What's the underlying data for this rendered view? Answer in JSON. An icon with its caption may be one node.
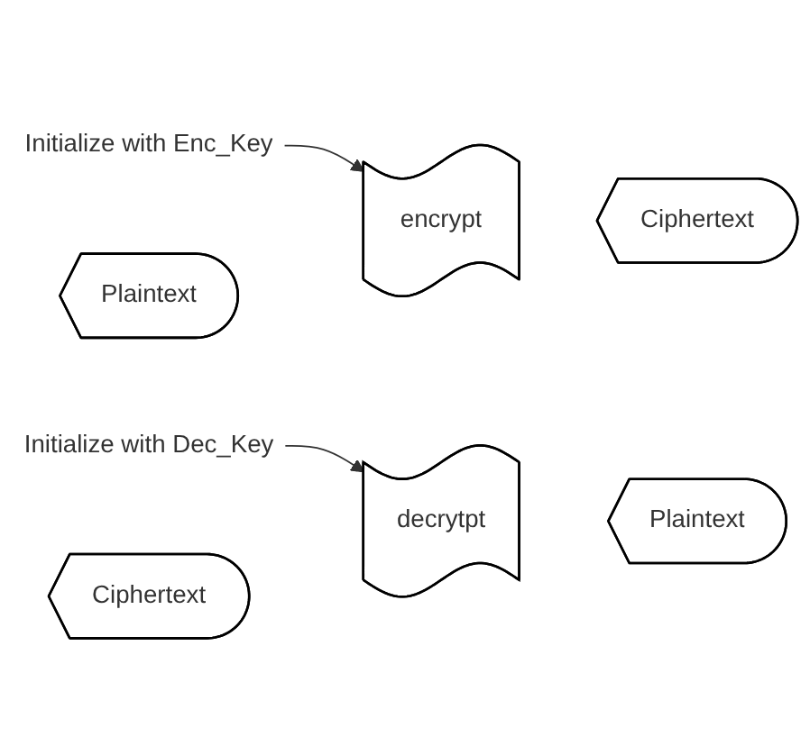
{
  "diagram": {
    "nodes": [
      {
        "text": [
          "Initialize with Enc_Key"
        ]
      },
      {
        "text": [
          "Plaintext"
        ]
      },
      {
        "text": [
          "encrypt"
        ]
      },
      {
        "text": [
          "Ciphertext"
        ]
      },
      {
        "text": [
          "Ciphertext"
        ]
      },
      {
        "text": [
          "decrytpt"
        ]
      },
      {
        "text": [
          "Plaintext"
        ]
      },
      {
        "text": [
          "Initialize with Dec_Key"
        ]
      }
    ],
    "edges": [
      {
        "from": 0,
        "to": 2,
        "arrow": "to"
      },
      {
        "from": 7,
        "to": 5,
        "arrow": "to"
      }
    ]
  }
}
